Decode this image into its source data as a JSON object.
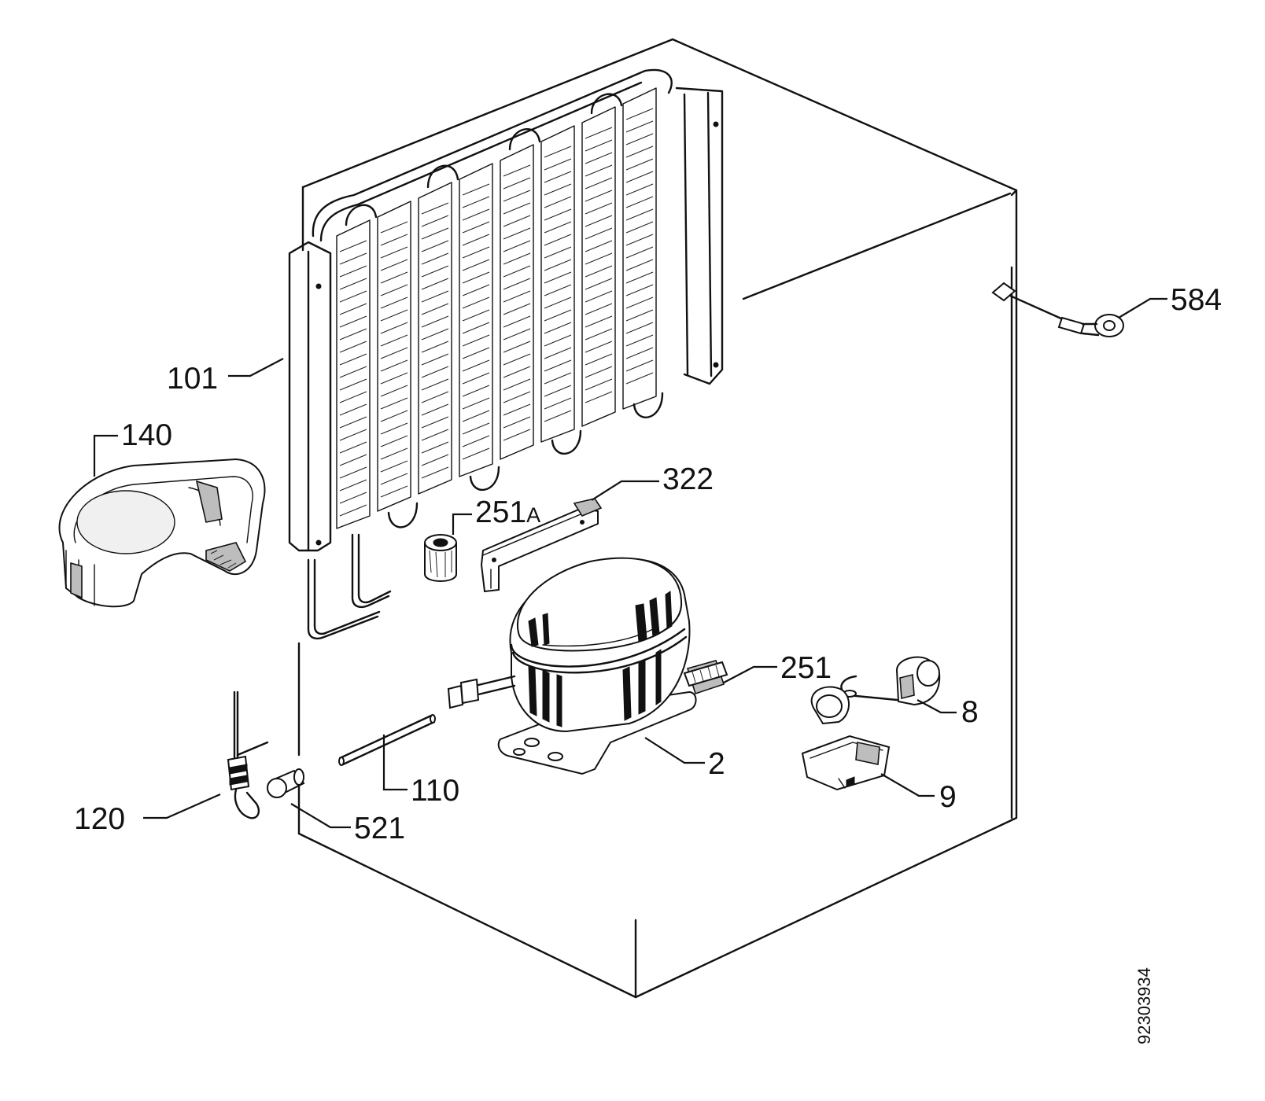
{
  "diagram": {
    "document_number": "92303934",
    "part_labels": {
      "condenser": "101",
      "drip_tray": "140",
      "bracket": "322",
      "grommet": "251A",
      "terminal": "251",
      "compressor": "2",
      "relay": "8",
      "clip": "9",
      "tube": "110",
      "plug": "521",
      "drier": "120",
      "cable_clip": "584"
    }
  }
}
